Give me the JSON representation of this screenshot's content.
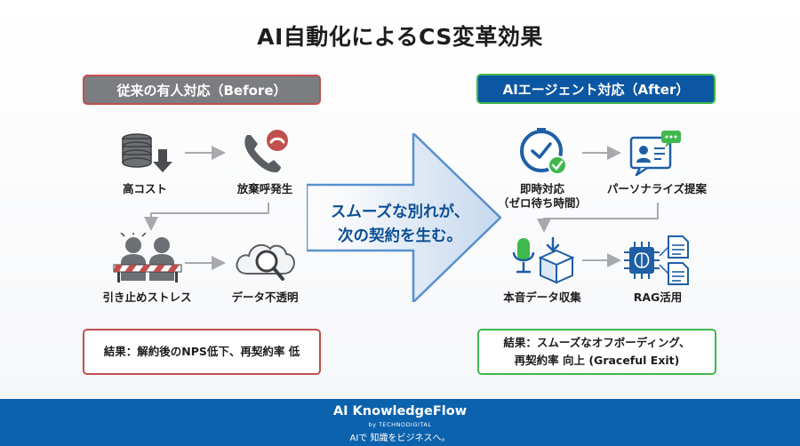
{
  "title": "AI自動化によるCS変革効果",
  "before": {
    "header": "従来の有人対応（Before）",
    "items": [
      "高コスト",
      "放棄呼発生",
      "引き止めストレス",
      "データ不透明"
    ],
    "result": "結果：解約後のNPS低下、再契約率 低"
  },
  "center": {
    "line1": "スムーズな別れが、",
    "line2": "次の契約を生む。"
  },
  "after": {
    "header": "AIエージェント対応（After）",
    "items": [
      "即時対応",
      "（ゼロ待ち時間）",
      "パーソナライズ提案",
      "本音データ収集",
      "RAG活用"
    ],
    "result_line1": "結果：スムーズなオフボーディング、",
    "result_line2": "再契約率 向上 (Graceful Exit)"
  },
  "footer": {
    "brand": "AI KnowledgeFlow",
    "by": "by TECHNODIGITAL",
    "tagline": "AIで 知識をビジネスへ。"
  },
  "colors": {
    "before_accent": "#c0504d",
    "after_accent": "#3fb84d",
    "brand_blue": "#0d62ad",
    "arrow_blue": "#2f6fb3"
  }
}
